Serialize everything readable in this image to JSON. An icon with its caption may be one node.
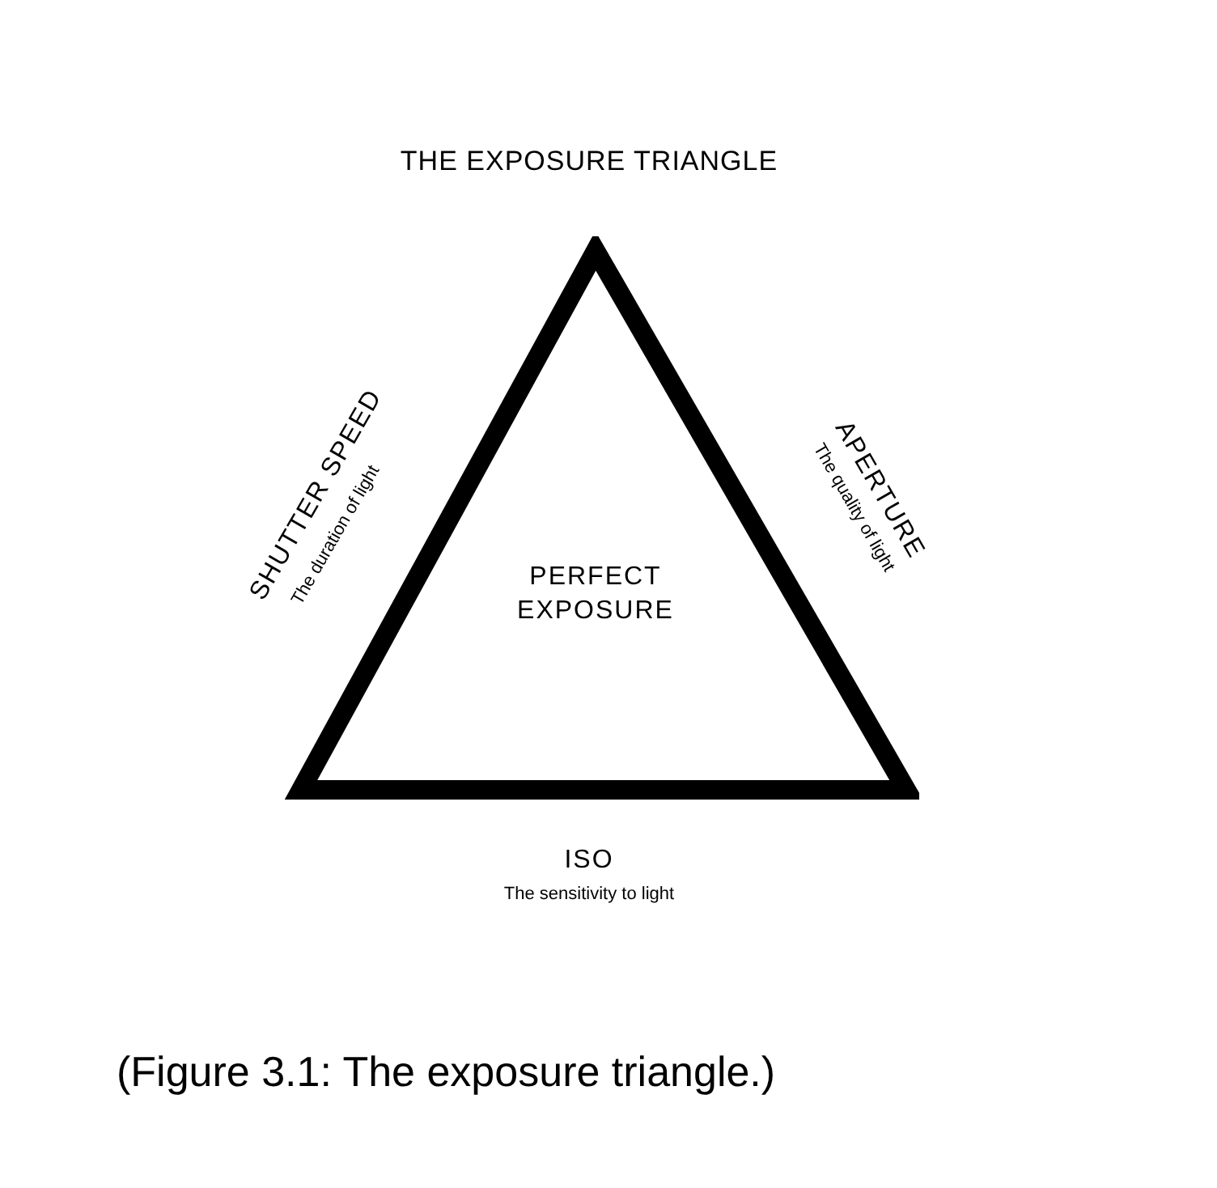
{
  "diagram": {
    "title": "THE EXPOSURE TRIANGLE",
    "caption": "(Figure 3.1: The exposure triangle.)",
    "nodes": [
      {
        "text": [
          "PERFECT EXPOSURE"
        ]
      }
    ],
    "labels": [
      "SHUTTER SPEED",
      "The duration of light",
      "APERTURE",
      "The quality of light",
      "ISO",
      "The sensitivity to light"
    ]
  }
}
